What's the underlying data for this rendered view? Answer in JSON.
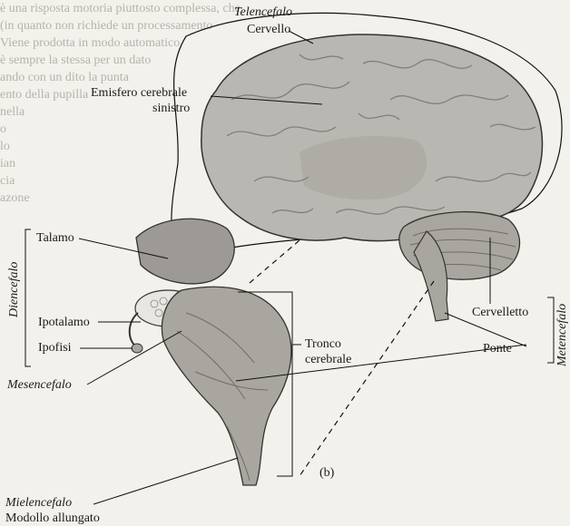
{
  "background_text_lines": [
    "è una risposta motoria piuttosto complessa, che",
    "(in quanto non richiede un processamento",
    "Viene prodotta in modo automatico",
    "è sempre la stessa per un dato",
    "ando con un dito la punta",
    "ento della pupilla",
    "nella",
    "o",
    "lo",
    "ian",
    "cia",
    "azone"
  ],
  "labels": {
    "telencefalo": "Telencefalo",
    "cervello": "Cervello",
    "emisfero": [
      "Emisfero cerebrale",
      "sinistro"
    ],
    "talamo": "Talamo",
    "ipotalamo": "Ipotalamo",
    "ipofisi": "Ipofisi",
    "diencefalo": "Diencefalo",
    "mesencefalo": "Mesencefalo",
    "tronco": [
      "Tronco",
      "cerebrale"
    ],
    "cervelletto": "Cervelletto",
    "ponte": "Ponte",
    "metencefalo": "Metencefalo",
    "panel": "(b)",
    "mielencefalo": "Mielencefalo",
    "modollo": "Modollo allungato"
  },
  "colors": {
    "cortex": "#b9b7b2",
    "cortex_shade": "#8d8a84",
    "diencephalon": "#9d9a95",
    "stem": "#a9a6a0",
    "lines": "#111111"
  }
}
